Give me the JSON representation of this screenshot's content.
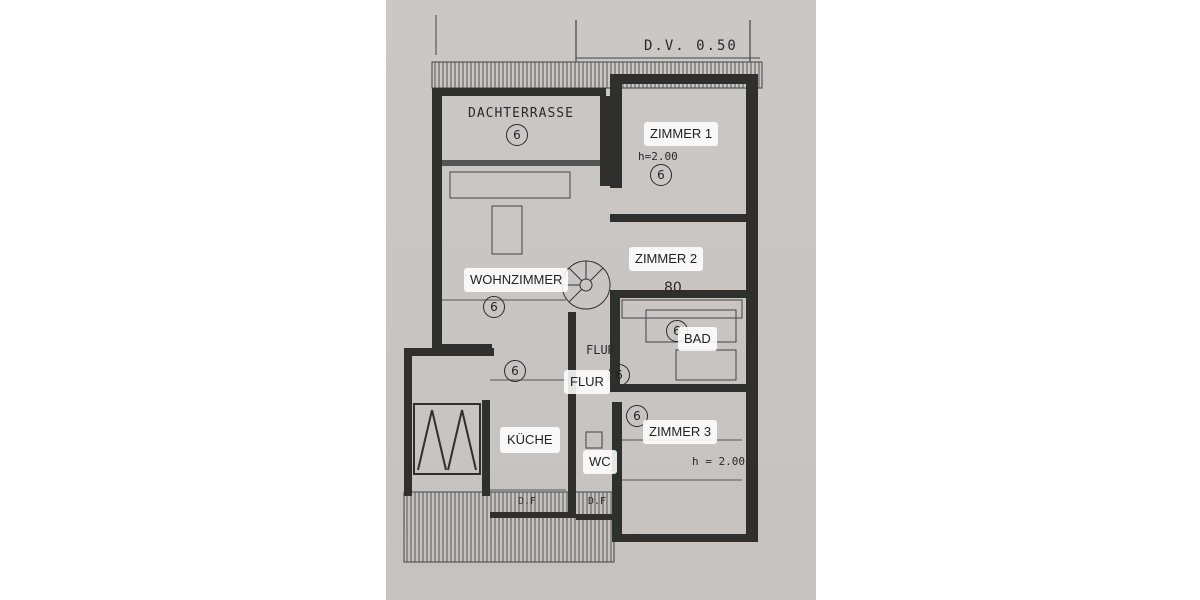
{
  "plan": {
    "top_note": "D.V. 0.50",
    "rooms": {
      "dachterrasse": "DACHTERRASSE",
      "zimmer1": "ZIMMER 1",
      "zimmer2": "ZIMMER 2",
      "wohnzimmer": "WOHNZIMMER",
      "bad": "BAD",
      "flur_printed": "FLUR",
      "flur": "FLUR",
      "kueche": "KÜCHE",
      "wc": "WC",
      "zimmer3": "ZIMMER 3"
    },
    "heights": {
      "zimmer1": "h=2.00",
      "zimmer3": "h = 2.00"
    },
    "level_mark": "6",
    "dim_80": "80",
    "df_1": "D.F",
    "df_2": "D.F"
  },
  "colors": {
    "paper": "#c9c5c3",
    "wall": "#2f302e",
    "label_bg": "#ffffff"
  }
}
